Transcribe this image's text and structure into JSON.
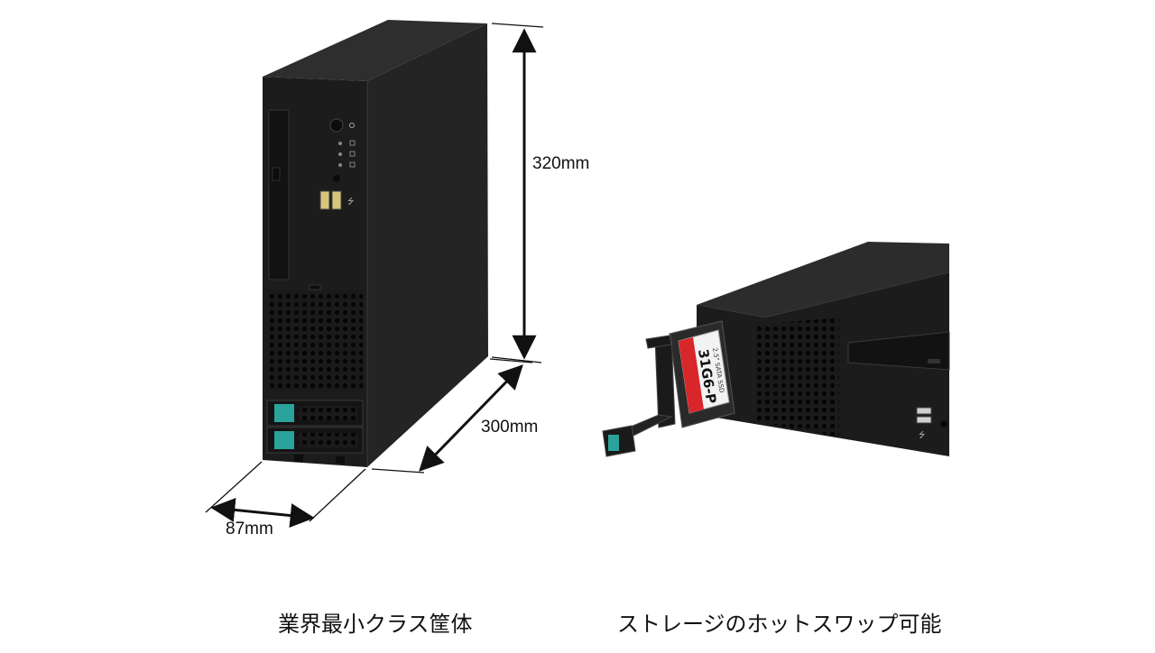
{
  "dimensions": {
    "height": "320mm",
    "depth": "300mm",
    "width": "87mm"
  },
  "captions": {
    "left": "業界最小クラス筐体",
    "right": "ストレージのホットスワップ可能"
  },
  "drive_label": {
    "line1": "31G6-P",
    "line2": "2.5\" SATA SSD"
  },
  "colors": {
    "chassis": "#1e1e1e",
    "chassis_side": "#262626",
    "chassis_top": "#303030",
    "accent_teal": "#2aa39a",
    "ssd_red": "#d8262a",
    "arrow": "#111111"
  }
}
